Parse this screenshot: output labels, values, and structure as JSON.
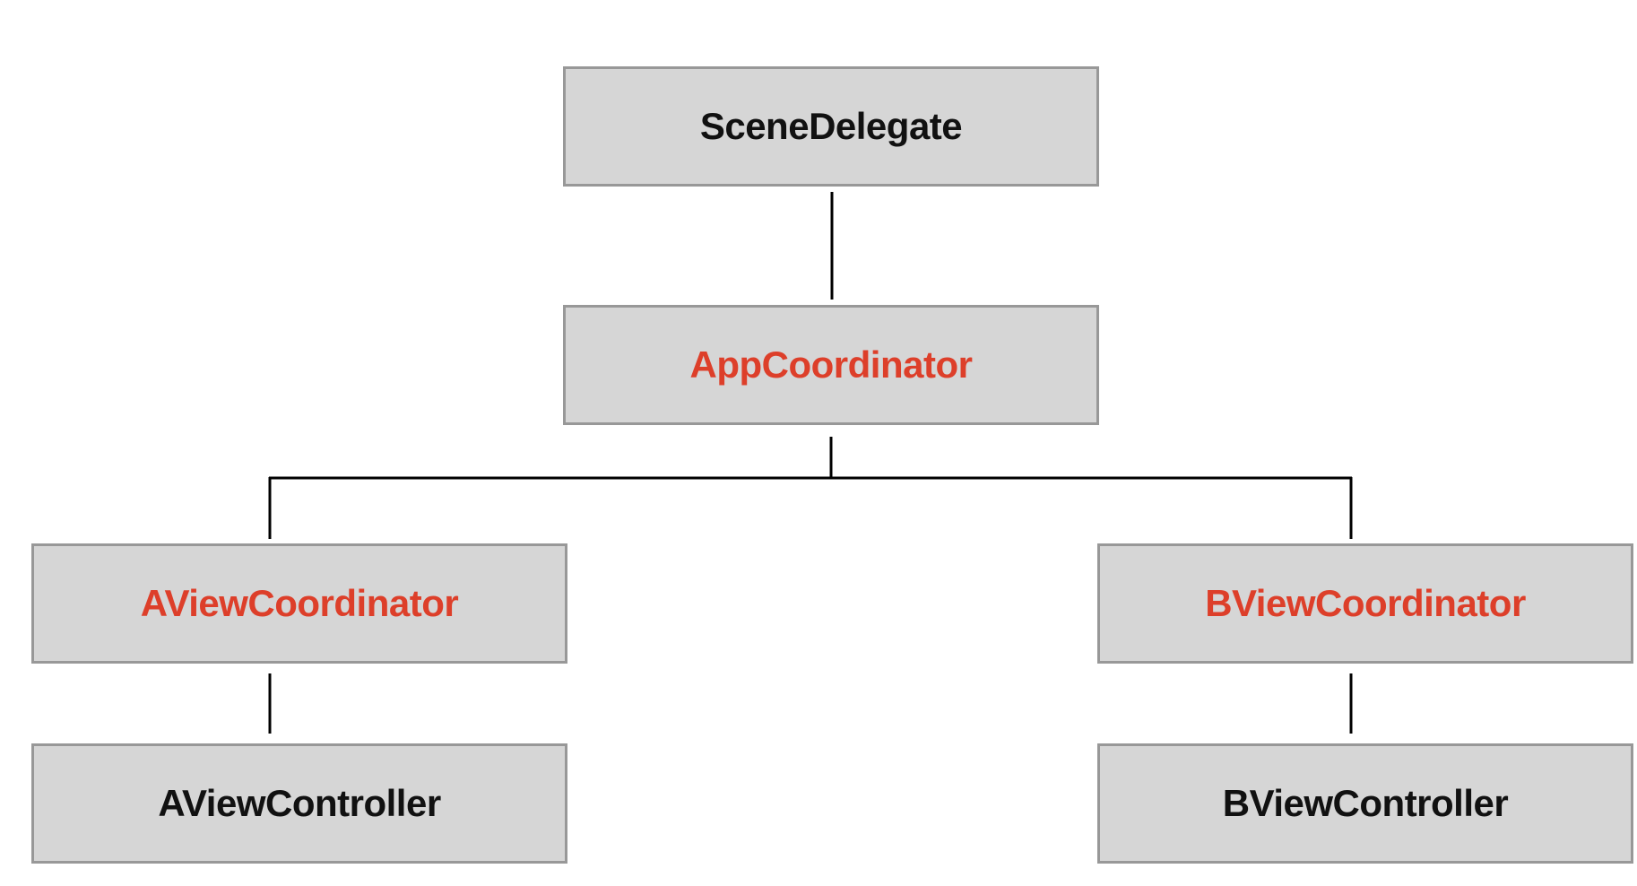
{
  "diagram": {
    "nodes": {
      "scene_delegate": "SceneDelegate",
      "app_coordinator": "AppCoordinator",
      "a_view_coordinator": "AViewCoordinator",
      "b_view_coordinator": "BViewCoordinator",
      "a_view_controller": "AViewController",
      "b_view_controller": "BViewController"
    },
    "edges": [
      [
        "scene_delegate",
        "app_coordinator"
      ],
      [
        "app_coordinator",
        "a_view_coordinator"
      ],
      [
        "app_coordinator",
        "b_view_coordinator"
      ],
      [
        "a_view_coordinator",
        "a_view_controller"
      ],
      [
        "b_view_coordinator",
        "b_view_controller"
      ]
    ],
    "colors": {
      "box_fill": "#d6d6d6",
      "box_border": "#989898",
      "text_default": "#111111",
      "text_coordinator": "#dd3f2a",
      "connector": "#000000"
    }
  }
}
